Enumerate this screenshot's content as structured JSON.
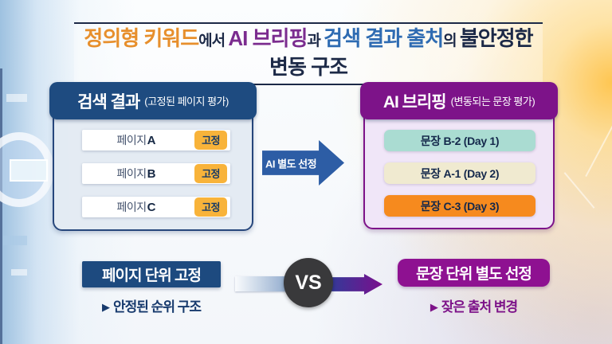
{
  "palette": {
    "title_orange": "#e78f2c",
    "title_purple": "#7b2c8f",
    "title_blue": "#2e6bb2",
    "title_navy": "#1c2947",
    "search_header_navy": "#1e4b80",
    "search_body_blue": "#e3eaf3",
    "badge_yellow": "#f8b33a",
    "briefing_header_purple": "#7d1389",
    "briefing_body_lavender": "#f0e5f8",
    "row_teal": "#aadcd2",
    "row_cream": "#f0ead0",
    "row_orange": "#f68a1e",
    "flow_arrow_blue": "#2d5da5",
    "bottom_navy_box": "#1d4a7f",
    "bottom_purple_box": "#8e1191",
    "vs_circle_gray": "#39393b",
    "gradient_bar_blue": "#8aa6ca",
    "gradient_arrow_start": "#2c3f9a",
    "gradient_arrow_end": "#7a0f8d"
  },
  "title": {
    "segments": [
      {
        "text": "정의형 키워드"
      },
      {
        "text": "에서 "
      },
      {
        "text": "AI 브리핑"
      },
      {
        "text": "과 "
      },
      {
        "text": "검색 결과 출처"
      },
      {
        "text": "의 "
      },
      {
        "text": "불안정한 변동 구조"
      }
    ]
  },
  "search_box": {
    "title": "검색 결과",
    "subtitle": "(고정된 페이지 평가)",
    "rows": [
      {
        "label": "페이지",
        "letter": "A",
        "badge": "고정"
      },
      {
        "label": "페이지",
        "letter": "B",
        "badge": "고정"
      },
      {
        "label": "페이지",
        "letter": "C",
        "badge": "고정"
      }
    ]
  },
  "flow_arrow": {
    "label": "AI 별도 선정"
  },
  "briefing_box": {
    "title": "AI 브리핑",
    "subtitle": "(변동되는 문장 평가)",
    "rows": [
      {
        "text": "문장 B-2 (Day 1)",
        "color": "#aadcd2"
      },
      {
        "text": "문장 A-1 (Day 2)",
        "color": "#f0ead0"
      },
      {
        "text": "문장 C-3 (Day 3)",
        "color": "#f68a1e"
      }
    ]
  },
  "comparison": {
    "left": {
      "box_label": "페이지 단위 고정",
      "bullet": "▶",
      "note": "안정된 순위 구조"
    },
    "vs_label": "VS",
    "right": {
      "box_label": "문장 단위 별도 선정",
      "bullet": "▶",
      "note": "잦은 출처 변경"
    }
  }
}
